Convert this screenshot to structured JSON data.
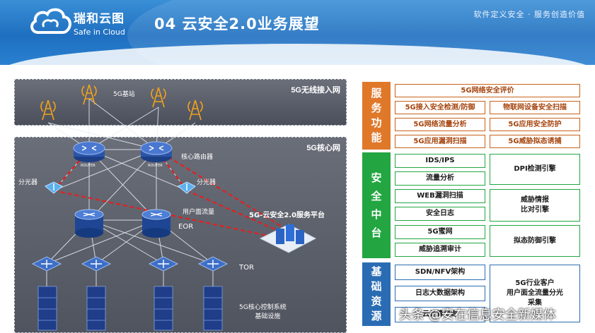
{
  "header": {
    "logo_cn": "瑞和云图",
    "logo_en": "Safe in Cloud",
    "title": "04 云安全2.0业务展望",
    "slogan": "软件定义安全 · 服务创造价值"
  },
  "diagram": {
    "zone_top_title": "5G无线接入网",
    "zone_core_title": "5G核心网",
    "base_station_label": "5G基站",
    "core_router_label": "核心路由器",
    "splitter_left_label": "分光器",
    "splitter_right_label": "分光器",
    "router_tag_1": "ROUTER",
    "router_tag_2": "ROUTER",
    "user_traffic_label": "用户面流量",
    "platform_label": "5G-云安全2.0服务平台",
    "eor_label": "EOR",
    "tor_label": "TOR",
    "control_label_line1": "5G核心控制系统",
    "control_label_line2": "基础设施"
  },
  "panel": {
    "service": {
      "label": [
        "服",
        "务",
        "功",
        "能"
      ],
      "color": "#e0782a",
      "items": [
        "5G网络安全评价",
        "5G接入安全检测/防御",
        "物联网设备安全扫描",
        "5G网络流量分析",
        "5G应用安全防护",
        "5G应用漏洞扫描",
        "5G威胁拟态诱捕"
      ]
    },
    "middle": {
      "label": [
        "安",
        "全",
        "中",
        "台"
      ],
      "color": "#23a642",
      "left_items": [
        "IDS/IPS",
        "流量分析",
        "WEB漏洞扫描",
        "安全日志",
        "5G蜜网",
        "威胁追溯审计"
      ],
      "right_items": [
        "DPI检测引擎",
        "威胁情报\n比对引擎",
        "拟态防御引擎"
      ]
    },
    "base": {
      "label": [
        "基",
        "础",
        "资",
        "源"
      ],
      "color": "#2a6cb4",
      "left_items": [
        "SDN/NFV架构",
        "日志大数据架构",
        "云计算资源"
      ],
      "right_item": "5G行业客户\n用户面全流量分光\n采集"
    }
  },
  "watermark": "头条 @安在信息安全新媒体"
}
